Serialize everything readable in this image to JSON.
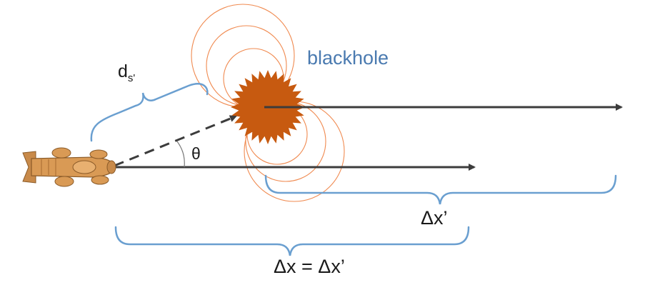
{
  "labels": {
    "blackhole": "blackhole",
    "ds_base": "d",
    "ds_sub": "s'",
    "theta": "θ",
    "delta_x_prime": "Δx’",
    "equation": "Δx = Δx’"
  },
  "colors": {
    "blackhole_label": "#4a7ab0",
    "brace": "#6a9fd0",
    "arrow": "#3c3c3c",
    "ring": "#f08a50",
    "star": "#c75a10",
    "ship": "#d99a55"
  },
  "icons": {
    "ship": "spaceship-icon",
    "blackhole": "blackhole-star-icon"
  }
}
